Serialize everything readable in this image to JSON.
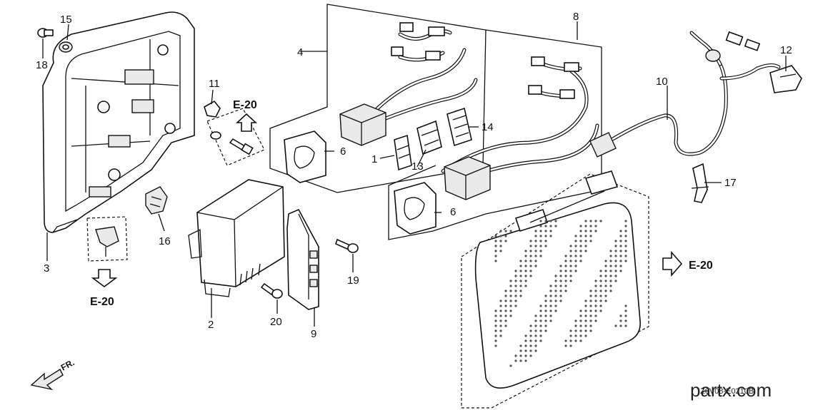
{
  "diagram": {
    "labels": [
      {
        "id": "1",
        "text": "1"
      },
      {
        "id": "2",
        "text": "2"
      },
      {
        "id": "3",
        "text": "3"
      },
      {
        "id": "4",
        "text": "4"
      },
      {
        "id": "6a",
        "text": "6"
      },
      {
        "id": "6b",
        "text": "6"
      },
      {
        "id": "8",
        "text": "8"
      },
      {
        "id": "9",
        "text": "9"
      },
      {
        "id": "10",
        "text": "10"
      },
      {
        "id": "11",
        "text": "11"
      },
      {
        "id": "12",
        "text": "12"
      },
      {
        "id": "13",
        "text": "13"
      },
      {
        "id": "14",
        "text": "14"
      },
      {
        "id": "15",
        "text": "15"
      },
      {
        "id": "16",
        "text": "16"
      },
      {
        "id": "17",
        "text": "17"
      },
      {
        "id": "18",
        "text": "18"
      },
      {
        "id": "19",
        "text": "19"
      },
      {
        "id": "20",
        "text": "20"
      }
    ],
    "references": [
      {
        "id": "ref-top",
        "text": "E-20"
      },
      {
        "id": "ref-left",
        "text": "E-20"
      },
      {
        "id": "ref-right",
        "text": "E-20"
      }
    ],
    "direction": "FR.",
    "figure_code": "Z0V08-E0210B",
    "watermark": "partx.com"
  }
}
